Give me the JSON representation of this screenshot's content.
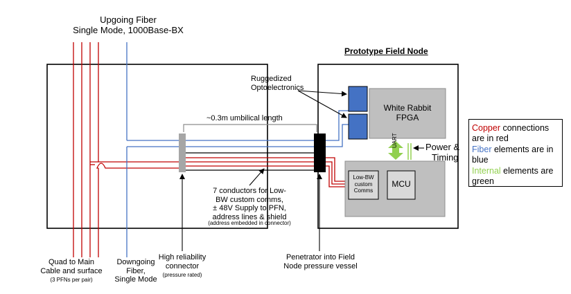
{
  "labels": {
    "upgoing_fiber": [
      "Upgoing Fiber",
      "Single Mode, 1000Base-BX"
    ],
    "prototype_title": "Prototype Field Node",
    "ruggedized": [
      "Ruggedized",
      "Optoelectronics"
    ],
    "umbilical": "~0.3m umbilical length",
    "white_rabbit": [
      "White Rabbit",
      "FPGA"
    ],
    "uart": "UART",
    "power_timing": [
      "Power &",
      "Timing"
    ],
    "low_bw": [
      "Low-BW",
      "custom",
      "Comms"
    ],
    "mcu": "MCU",
    "conductors": [
      "7 conductors for Low-",
      "BW custom comms,",
      "± 48V Supply to PFN,",
      "address lines & shield"
    ],
    "conductors_note": "(address embedded in connector)",
    "quad": [
      "Quad to Main",
      "Cable and surface"
    ],
    "quad_note": "(3 PFNs per pair)",
    "downgoing": [
      "Downgoing",
      "Fiber,",
      "Single Mode"
    ],
    "connector": [
      "High reliability",
      "connector"
    ],
    "connector_note": "(pressure rated)",
    "penetrator": [
      "Penetrator into Field",
      "Node pressure vessel"
    ]
  },
  "legend": {
    "copper_word": "Copper",
    "copper_rest": " connections are in red",
    "fiber_word": "Fiber",
    "fiber_rest": " elements are in blue",
    "internal_word": "Internal",
    "internal_rest": " elements are green"
  },
  "colors": {
    "copper": "#c00000",
    "fiber": "#4472c4",
    "internal": "#92d050",
    "node_fill": "#bfbfbf",
    "optic_fill": "#4472c4",
    "connector_fill": "#a6a6a6"
  }
}
